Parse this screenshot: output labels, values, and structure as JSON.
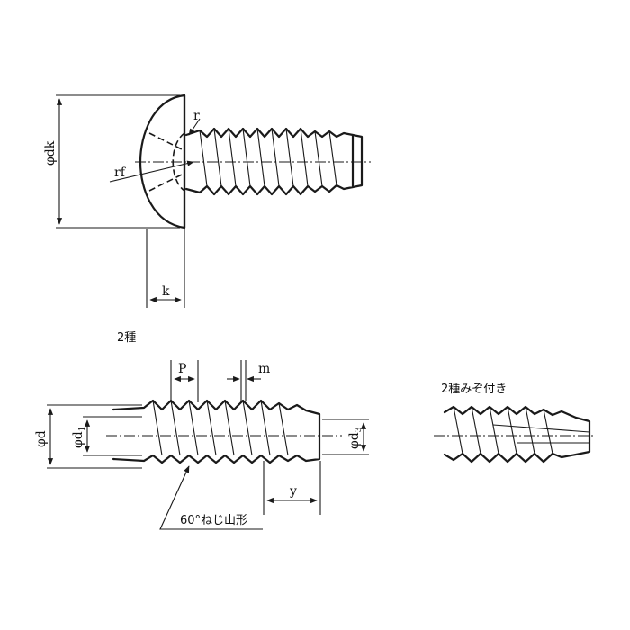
{
  "labels": {
    "phi_dk": "φdk",
    "r": "r",
    "rf": "rf",
    "k": "k",
    "type2": "2種",
    "p": "P",
    "m": "m",
    "phi_d": "φd",
    "phi_d1_main": "φd",
    "phi_d1_sub": "1",
    "phi_d3_main": "φd",
    "phi_d3_sub": "3",
    "y": "y",
    "thread_profile": "60°ねじ山形",
    "type2_grooved": "2種みぞ付き"
  }
}
